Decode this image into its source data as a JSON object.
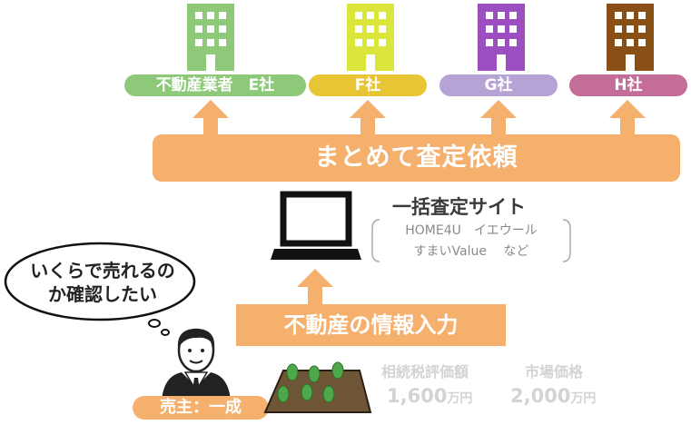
{
  "companies": [
    {
      "label": "不動産業者　E社",
      "color": "#8ec97a",
      "icon": "building-icon"
    },
    {
      "label": "F社",
      "color": "#e8c534",
      "building_color": "#dbe63a",
      "icon": "building-icon"
    },
    {
      "label": "G社",
      "color": "#b6a3d6",
      "building_color": "#9b4fc0",
      "icon": "building-icon"
    },
    {
      "label": "H社",
      "color": "#c36d98",
      "building_color": "#8a4f16",
      "icon": "building-icon"
    }
  ],
  "banner": {
    "label": "まとめて査定依頼",
    "color": "#f5b06e"
  },
  "site": {
    "title": "一括査定サイト",
    "line1": "HOME4U　イエウール",
    "line2": "すまいValue　 など",
    "icon": "laptop-icon"
  },
  "speech": {
    "line1": "いくらで売れるの",
    "line2": "か確認したい"
  },
  "input": {
    "label": "不動産の情報入力"
  },
  "seller": {
    "label": "売主：一成",
    "icon": "businessman-icon"
  },
  "land": {
    "icon": "farmland-icon"
  },
  "prices": [
    {
      "label": "相続税評価額",
      "value": "1,600",
      "unit": "万円"
    },
    {
      "label": "市場価格",
      "value": "2,000",
      "unit": "万円"
    }
  ]
}
